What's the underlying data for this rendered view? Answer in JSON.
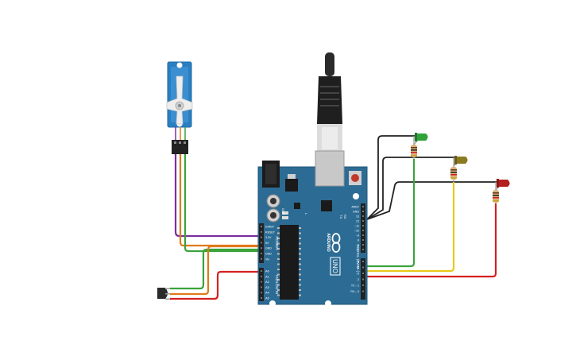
{
  "board": {
    "name": "UNO",
    "brand": "ARDUINO",
    "colors": {
      "board": "#2c6c94",
      "board_edge": "#1f5678",
      "header": "#222222"
    },
    "power_labels": [
      "IOREF",
      "RESET",
      "3.3V",
      "5V",
      "GND",
      "GND",
      "Vin"
    ],
    "power_title": "POWER",
    "analog_labels": [
      "A0",
      "A1",
      "A2",
      "A3",
      "A4",
      "A5"
    ],
    "analog_title": "ANALOG IN",
    "digital_labels": [
      "AREF",
      "GND",
      "13",
      "12",
      "~11",
      "~10",
      "~9",
      "8",
      "7",
      "~6",
      "~5",
      "4",
      "~3",
      "2",
      "TX→1",
      "RX←0"
    ],
    "digital_title": "DIGITAL (PWM~)",
    "led_labels": [
      "TX",
      "RX"
    ],
    "l_label": "L",
    "on_label": "ON"
  },
  "components": {
    "servo": {
      "color": "#2a7fc0",
      "horn_color": "#e8e8e8"
    },
    "usb_cable": {
      "color": "#2b2b2b"
    },
    "leds": [
      {
        "id": "green",
        "color": "#2fa33a"
      },
      {
        "id": "yellow",
        "color": "#8a7a20"
      },
      {
        "id": "red",
        "color": "#b3201e"
      }
    ],
    "sensor": {
      "color": "#2b2b2b"
    }
  },
  "wires": {
    "purple": "#7b2fa0",
    "orange": "#e07a1a",
    "green": "#3aa33a",
    "yellow": "#e8c81a",
    "red": "#d42020",
    "black": "#222222"
  }
}
